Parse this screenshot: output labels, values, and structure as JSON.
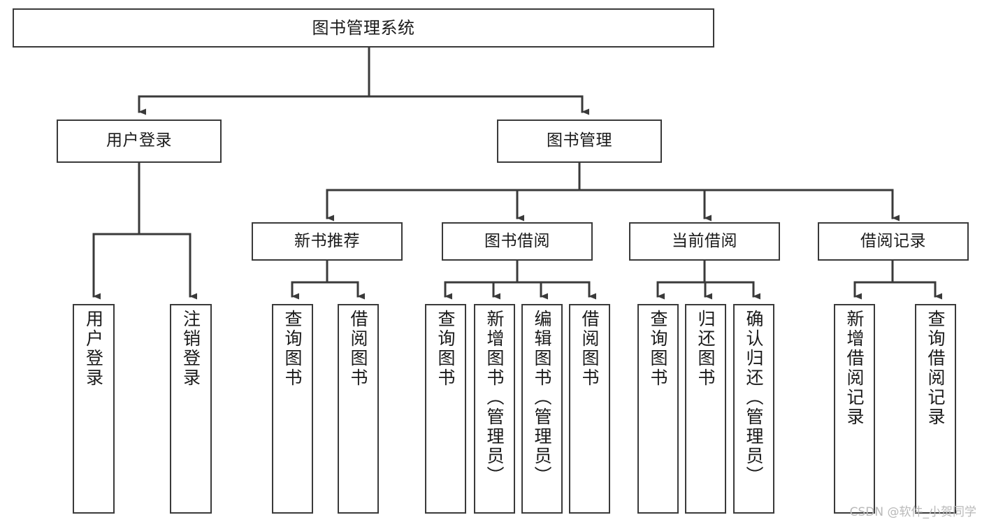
{
  "diagram": {
    "title": "图书管理系统",
    "type": "hierarchy-tree",
    "stroke_color": "#3a3a3a",
    "fill_color": "#ffffff",
    "text_color": "#1a1a1a",
    "watermark": "CSDN @软件_小贺同学"
  },
  "nodes": {
    "root": {
      "label": "图书管理系统"
    },
    "level1": [
      {
        "id": "user-login",
        "label": "用户登录"
      },
      {
        "id": "book-manage",
        "label": "图书管理"
      }
    ],
    "level2": [
      {
        "id": "new-book-rec",
        "label": "新书推荐"
      },
      {
        "id": "book-borrow",
        "label": "图书借阅"
      },
      {
        "id": "current-borrow",
        "label": "当前借阅"
      },
      {
        "id": "borrow-record",
        "label": "借阅记录"
      }
    ],
    "leaves": {
      "user-login": [
        {
          "id": "leaf-user-login",
          "label": "用户登录"
        },
        {
          "id": "leaf-user-logout",
          "label": "注销登录"
        }
      ],
      "new-book-rec": [
        {
          "id": "leaf-query-book-1",
          "label": "查询图书"
        },
        {
          "id": "leaf-borrow-book-1",
          "label": "借阅图书"
        }
      ],
      "book-borrow": [
        {
          "id": "leaf-query-book-2",
          "label": "查询图书"
        },
        {
          "id": "leaf-add-book",
          "label": "新增图书（管理员）"
        },
        {
          "id": "leaf-edit-book",
          "label": "编辑图书（管理员）"
        },
        {
          "id": "leaf-borrow-book-2",
          "label": "借阅图书"
        }
      ],
      "current-borrow": [
        {
          "id": "leaf-query-book-3",
          "label": "查询图书"
        },
        {
          "id": "leaf-return-book",
          "label": "归还图书"
        },
        {
          "id": "leaf-confirm-return",
          "label": "确认归还（管理员）"
        }
      ],
      "borrow-record": [
        {
          "id": "leaf-add-record",
          "label": "新增借阅记录"
        },
        {
          "id": "leaf-query-record",
          "label": "查询借阅记录"
        }
      ]
    }
  },
  "chart_data": {
    "type": "table",
    "title": "图书管理系统 功能结构图",
    "tree": {
      "name": "图书管理系统",
      "children": [
        {
          "name": "用户登录",
          "children": [
            {
              "name": "用户登录"
            },
            {
              "name": "注销登录"
            }
          ]
        },
        {
          "name": "图书管理",
          "children": [
            {
              "name": "新书推荐",
              "children": [
                {
                  "name": "查询图书"
                },
                {
                  "name": "借阅图书"
                }
              ]
            },
            {
              "name": "图书借阅",
              "children": [
                {
                  "name": "查询图书"
                },
                {
                  "name": "新增图书（管理员）"
                },
                {
                  "name": "编辑图书（管理员）"
                },
                {
                  "name": "借阅图书"
                }
              ]
            },
            {
              "name": "当前借阅",
              "children": [
                {
                  "name": "查询图书"
                },
                {
                  "name": "归还图书"
                },
                {
                  "name": "确认归还（管理员）"
                }
              ]
            },
            {
              "name": "借阅记录",
              "children": [
                {
                  "name": "新增借阅记录"
                },
                {
                  "name": "查询借阅记录"
                }
              ]
            }
          ]
        }
      ]
    }
  }
}
